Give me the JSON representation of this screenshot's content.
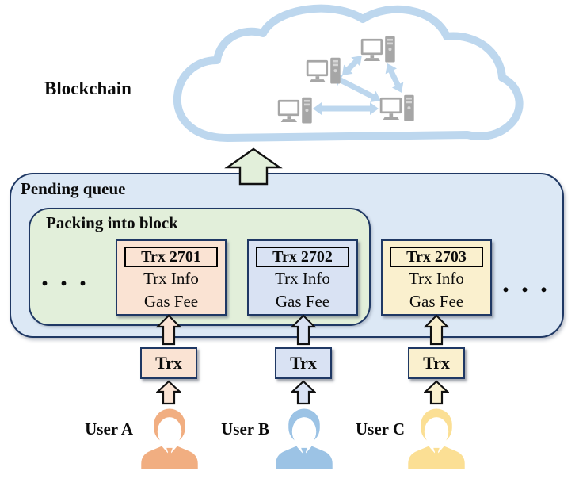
{
  "diagram": {
    "blockchain_label": "Blockchain",
    "pending_queue_label": "Pending queue",
    "packing_label": "Packing into block",
    "ellipsis_left": ". . .",
    "ellipsis_right": ". . .",
    "cloud": {
      "network_node_count": 4,
      "network_link_count": 4
    },
    "transactions": [
      {
        "title": "Trx 2701",
        "info": "Trx Info",
        "fee": "Gas Fee",
        "fill": "#FAE3D3"
      },
      {
        "title": "Trx 2702",
        "info": "Trx Info",
        "fee": "Gas Fee",
        "fill": "#D9E2F3"
      },
      {
        "title": "Trx 2703",
        "info": "Trx Info",
        "fee": "Gas Fee",
        "fill": "#FAF0CE"
      }
    ],
    "users": [
      {
        "name": "User A",
        "trx_label": "Trx",
        "person_color": "#F1AE81",
        "box_fill": "#FAE3D3"
      },
      {
        "name": "User B",
        "trx_label": "Trx",
        "person_color": "#9CC3E5",
        "box_fill": "#D9E2F3"
      },
      {
        "name": "User C",
        "trx_label": "Trx",
        "person_color": "#FBDF94",
        "box_fill": "#FAF0CE"
      }
    ],
    "colors": {
      "cloud_outline": "#BDD7EE",
      "computer_gray": "#A6A6A6",
      "pending_fill": "#DCE8F5",
      "packing_fill": "#E2EFDA",
      "box_border": "#1F3864",
      "big_arrow_fill": "#E2EFDA"
    }
  }
}
